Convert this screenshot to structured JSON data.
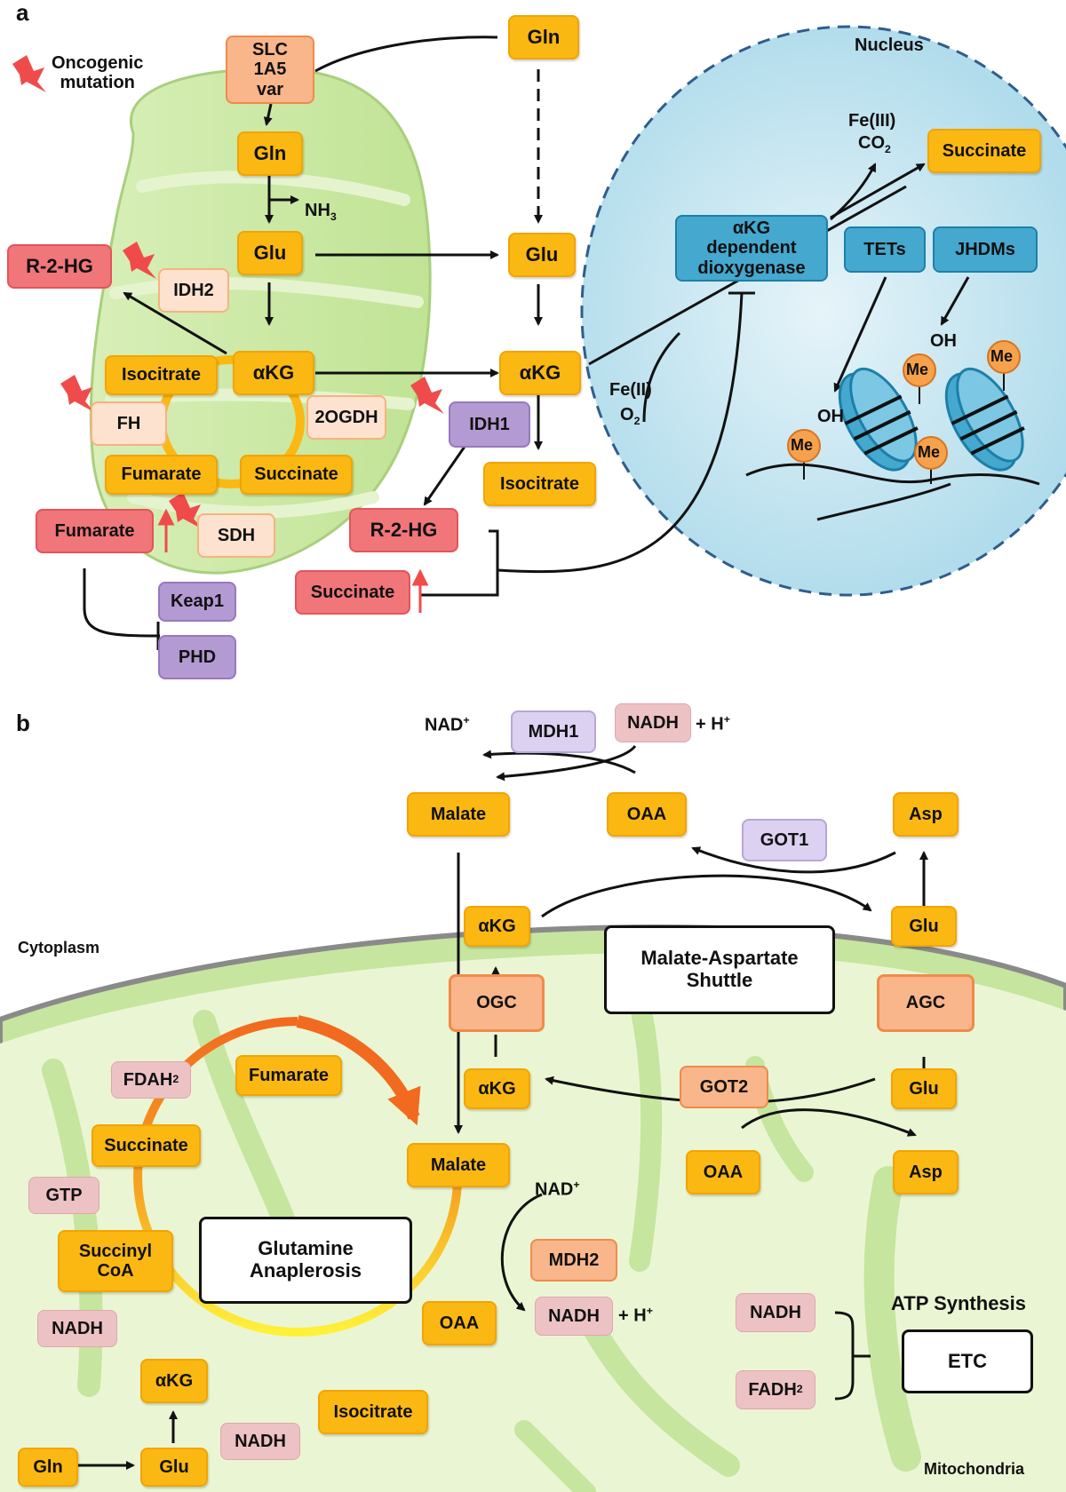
{
  "panel_a": {
    "label": "a",
    "legend": {
      "mutation": "Oncogenic\nmutation"
    },
    "nucleus": "Nucleus",
    "slc": "SLC\n1A5\nvar",
    "gln_mito": "Gln",
    "nh3": {
      "base": "NH",
      "sub": "3"
    },
    "glu_mito": "Glu",
    "akg_mito": "αKG",
    "isocitrate_mito": "Isocitrate",
    "fumarate_mito": "Fumarate",
    "succinate_mito": "Succinate",
    "r2hg_left": "R-2-HG",
    "idh2": "IDH2",
    "ogdh": "2OGDH",
    "fh": "FH",
    "sdh": "SDH",
    "fumarate_red": "Fumarate",
    "keap1": "Keap1",
    "phd": "PHD",
    "gln_cyto": "Gln",
    "glu_cyto": "Glu",
    "akg_cyto": "αKG",
    "idh1": "IDH1",
    "isocitrate_cyto": "Isocitrate",
    "r2hg_center": "R-2-HG",
    "succinate_red": "Succinate",
    "dioxygenase": "αKG\ndependent\ndioxygenase",
    "tets": "TETs",
    "jhdms": "JHDMs",
    "fe3": "Fe(III)",
    "co2": {
      "base": "CO",
      "sub": "2"
    },
    "succinate_nuc": "Succinate",
    "fe2": "Fe(II)",
    "o2": {
      "base": "O",
      "sub": "2"
    },
    "oh1": "OH",
    "oh2": "OH",
    "me": "Me"
  },
  "panel_b": {
    "label": "b",
    "nad_top": {
      "base": "NAD",
      "sup": "+"
    },
    "mdh1": "MDH1",
    "nadh_top": "NADH",
    "h_top": {
      "base": "+ H",
      "sup": "+"
    },
    "malate_top": "Malate",
    "oaa_top": "OAA",
    "got1": "GOT1",
    "asp_top": "Asp",
    "cytoplasm": "Cytoplasm",
    "akg_upper": "αKG",
    "glu_upper": "Glu",
    "ogc": "OGC",
    "agc": "AGC",
    "shuttle": "Malate-Aspartate\nShuttle",
    "akg_lower": "αKG",
    "got2": "GOT2",
    "glu_lower": "Glu",
    "oaa_lower": "OAA",
    "asp_lower": "Asp",
    "fdah2": {
      "base": "FDAH",
      "sub": "2"
    },
    "fumarate": "Fumarate",
    "succinate": "Succinate",
    "gtp": "GTP",
    "succinyl": "Succinyl\nCoA",
    "nadh_left": "NADH",
    "akg": "αKG",
    "gln": "Gln",
    "glu": "Glu",
    "nadh_bottom": "NADH",
    "isocitrate": "Isocitrate",
    "oaa": "OAA",
    "malate": "Malate",
    "anaplerosis": "Glutamine\nAnaplerosis",
    "nad_mid": {
      "base": "NAD",
      "sup": "+"
    },
    "mdh2": "MDH2",
    "nadh_mid": "NADH",
    "h_mid": {
      "base": "+ H",
      "sup": "+"
    },
    "nadh_etc": "NADH",
    "fadh2": {
      "base": "FADH",
      "sub": "2"
    },
    "atp": "ATP Synthesis",
    "etc": "ETC",
    "mito": "Mitochondria"
  },
  "colors": {
    "metabolite": "#fbb813",
    "oncometabolite": "#f0767a",
    "enzyme_orange": "#f9b68a",
    "enzyme_purple": "#b49ad3",
    "enzyme_blue": "#44a8cf",
    "cofactor_pink": "#edc2c5",
    "mitochondria": "#c6e59f",
    "nucleus": "#bfe2ee",
    "mutation": "#f04b4b"
  }
}
